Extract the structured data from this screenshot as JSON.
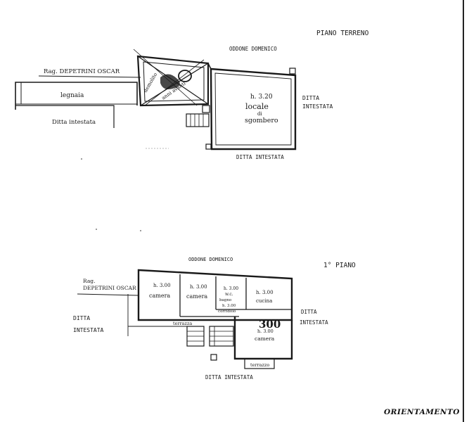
{
  "ground_floor": {
    "title": "PIANO TERRENO",
    "north_neighbor": "ODDONE DOMENICO",
    "west_neighbor": "Rag. DEPETRINI OSCAR",
    "legnaia": "legnaia",
    "ditta_left": "Ditta intestata",
    "crossed_room_note_1": "demolito",
    "crossed_room_note_2": "anni avanti",
    "room_height": "h. 3.20",
    "room_name_1": "locale",
    "room_name_2": "di",
    "room_name_3": "sgombero",
    "ditta_right_1": "DITTA",
    "ditta_right_2": "INTESTATA",
    "ditta_bottom": "DITTA INTESTATA"
  },
  "first_floor": {
    "title": "1° PIANO",
    "north_neighbor": "ODDONE DOMENICO",
    "west_neighbor_1": "Rag.",
    "west_neighbor_2": "DEPETRINI OSCAR",
    "ditta_left_1": "DITTA",
    "ditta_left_2": "INTESTATA",
    "ditta_right_1": "DITTA",
    "ditta_right_2": "INTESTATA",
    "ditta_bottom": "DITTA INTESTATA",
    "rooms": [
      {
        "height": "h. 3.00",
        "name": "camera"
      },
      {
        "height": "h. 3.00",
        "name": "camera"
      },
      {
        "height": "h. 3.00",
        "name": "w.c."
      },
      {
        "height": "h. 3.00",
        "name": "cucina"
      }
    ],
    "bagno": "bagno",
    "corridoio_height": "h. 3.00",
    "corridoio": "corridoio",
    "terrazza_1": "terrazza",
    "big_number": "300",
    "big_room_height": "h. 3.00",
    "big_room_name": "camera",
    "terrazzo_2": "terrazzo"
  },
  "footer": {
    "orientation": "ORIENTAMENTO"
  }
}
